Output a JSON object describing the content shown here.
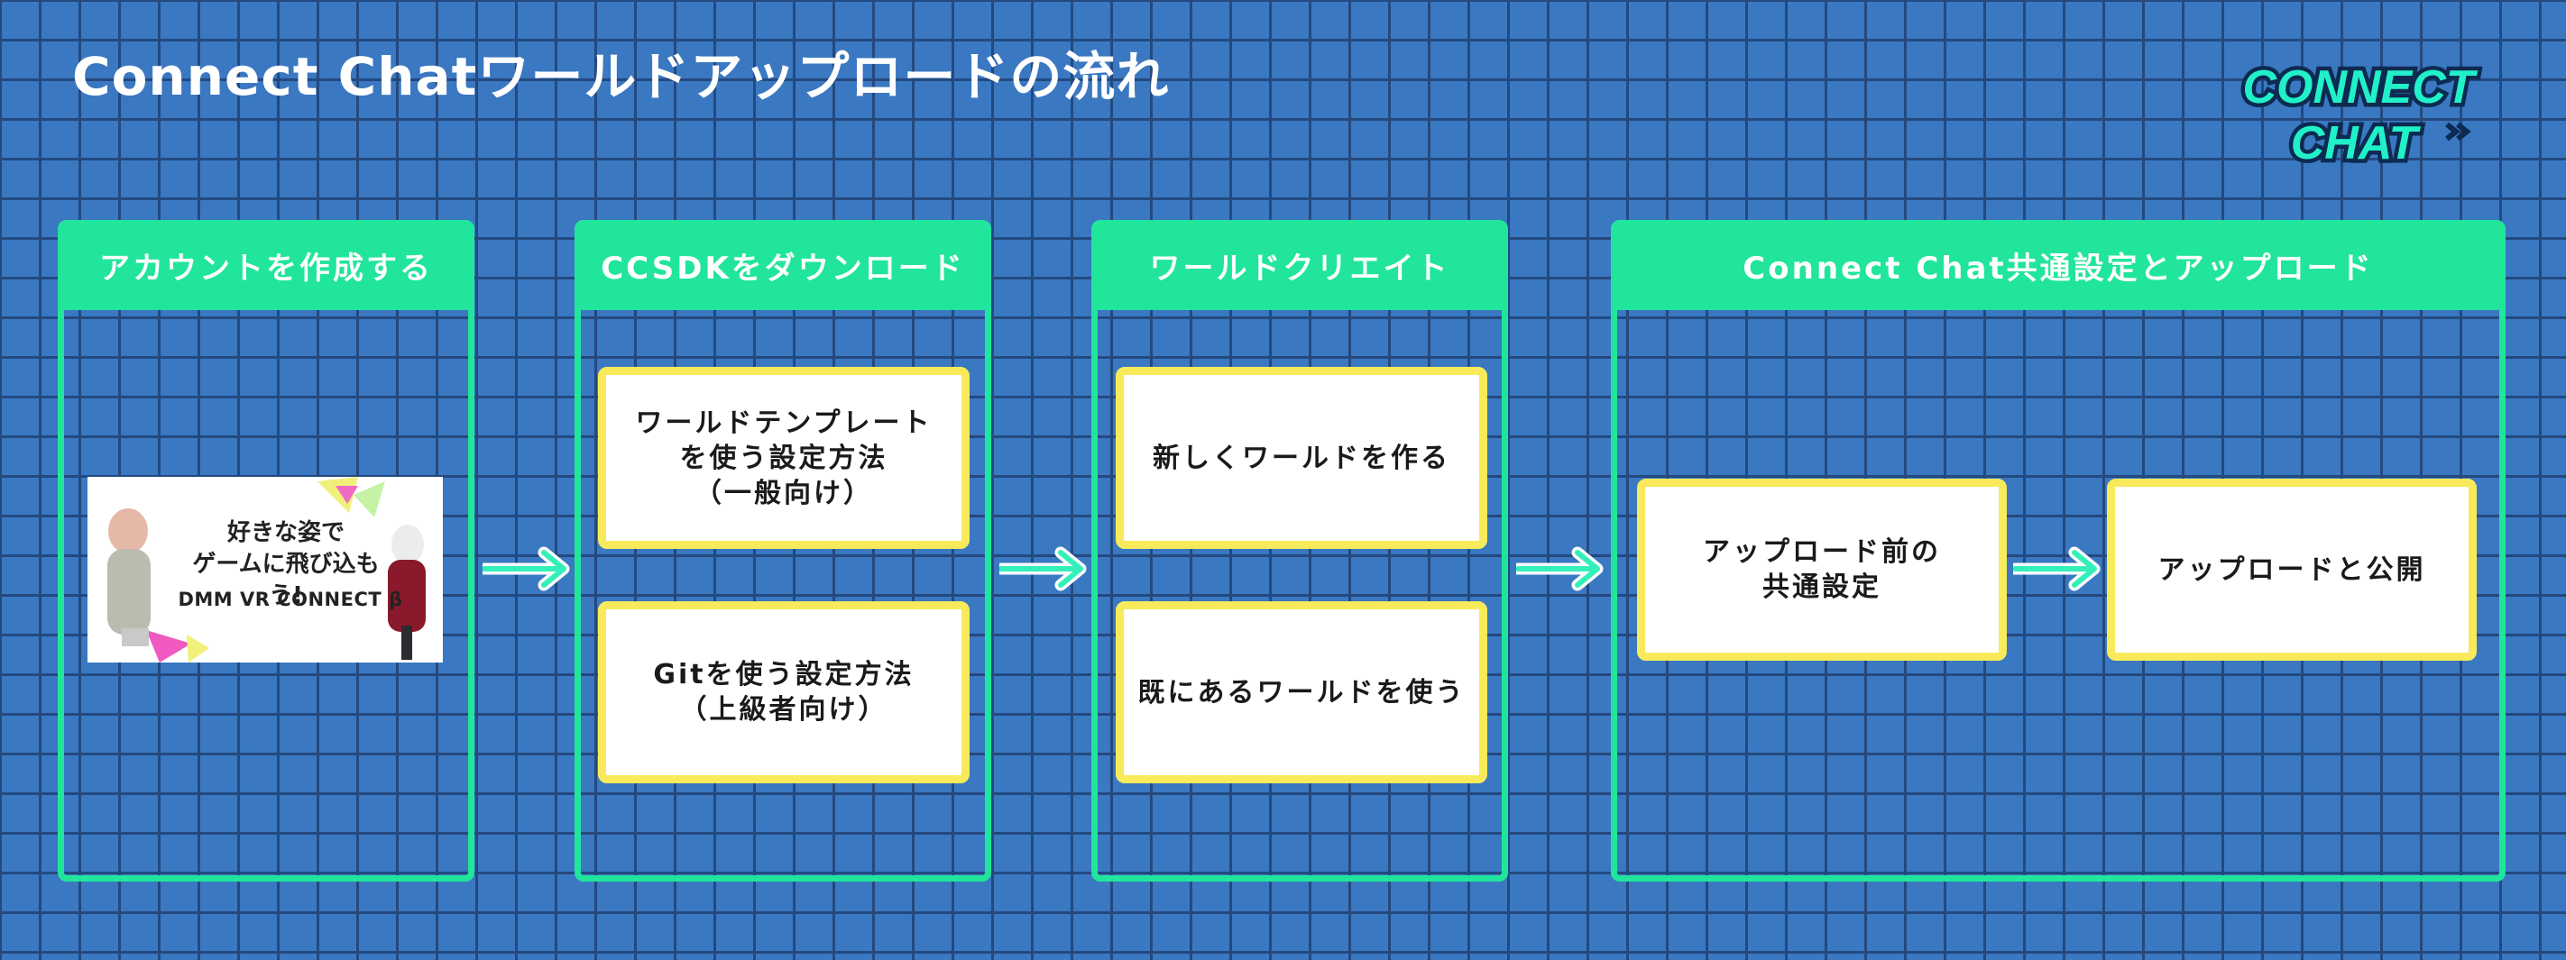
{
  "title": "Connect Chatワールドアップロードの流れ",
  "logo": {
    "line1": "CONNECT",
    "line2": "CHAT"
  },
  "colors": {
    "background": "#3a78c2",
    "grid": "#24497f",
    "accent": "#20e59b",
    "card_border": "#f8ea5a",
    "logo_text": "#21f0c9"
  },
  "steps": [
    {
      "header": "アカウントを作成する",
      "banner": {
        "text": "好きな姿で\nゲームに飛び込もう!",
        "brand": "DMM VR CONNECT β"
      }
    },
    {
      "header": "CCSDKをダウンロード",
      "cards": [
        "ワールドテンプレート\nを使う設定方法\n（一般向け）",
        "Gitを使う設定方法\n（上級者向け）"
      ]
    },
    {
      "header": "ワールドクリエイト",
      "cards": [
        "新しくワールドを作る",
        "既にあるワールドを使う"
      ]
    },
    {
      "header": "Connect Chat共通設定とアップロード",
      "cards": [
        "アップロード前の\n共通設定",
        "アップロードと公開"
      ]
    }
  ]
}
